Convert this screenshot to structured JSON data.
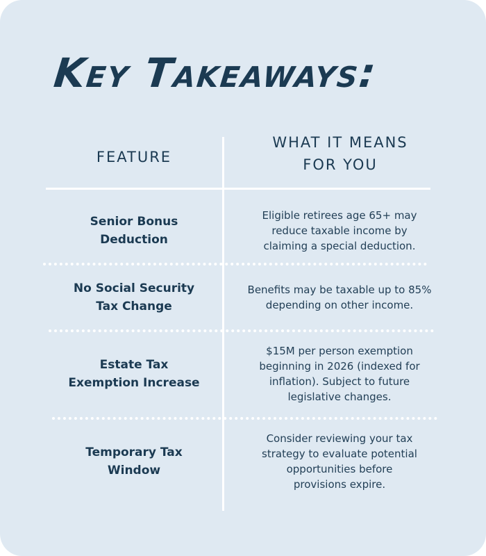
{
  "title": "Key Takeaways:",
  "table": {
    "headers": {
      "feature": "FEATURE",
      "means_line1": "WHAT IT MEANS",
      "means_line2": "FOR YOU"
    },
    "rows": [
      {
        "feature_line1": "Senior Bonus",
        "feature_line2": "Deduction",
        "means_lines": [
          "Eligible retirees age 65+ may",
          "reduce taxable income by",
          "claiming a special deduction."
        ]
      },
      {
        "feature_line1": "No Social Security",
        "feature_line2": "Tax Change",
        "means_lines": [
          "Benefits may be taxable up to 85%",
          "depending on other income."
        ]
      },
      {
        "feature_line1": "Estate Tax",
        "feature_line2": "Exemption Increase",
        "means_lines": [
          "$15M per person exemption",
          "beginning in 2026 (indexed for",
          "inflation). Subject to future",
          "legislative changes."
        ]
      },
      {
        "feature_line1": "Temporary Tax",
        "feature_line2": "Window",
        "means_lines": [
          "Consider reviewing your tax",
          "strategy to evaluate potential",
          "opportunities before",
          "provisions expire."
        ]
      }
    ]
  },
  "colors": {
    "background": "#dfe9f2",
    "text": "#1b3a52",
    "divider": "#ffffff"
  }
}
